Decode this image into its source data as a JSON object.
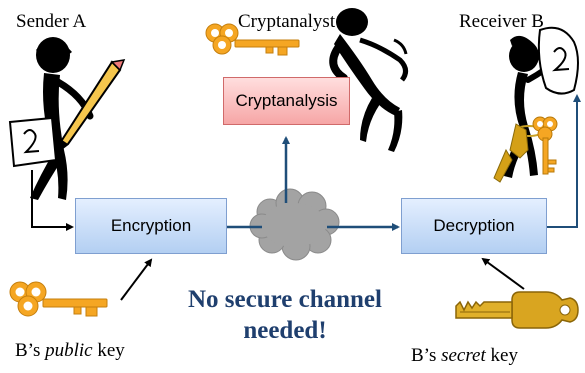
{
  "actors": {
    "sender": "Sender A",
    "cryptanalyst": "Cryptanalyst",
    "receiver": "Receiver B"
  },
  "boxes": {
    "cryptanalysis": "Cryptanalysis",
    "encryption": "Encryption",
    "decryption": "Decryption"
  },
  "callout": {
    "line1": "No secure channel",
    "line2": "needed!"
  },
  "keys": {
    "public": {
      "prefix": "B’s ",
      "word": "public",
      "suffix": " key"
    },
    "secret": {
      "prefix": "B’s ",
      "word": "secret",
      "suffix": " key"
    }
  },
  "colors": {
    "flow_line": "#1f4e79",
    "key_gold": "#f5a623",
    "brass_key": "#d4a017",
    "cloud": "#9c9c9c",
    "callout_text": "#1f3f6e"
  }
}
